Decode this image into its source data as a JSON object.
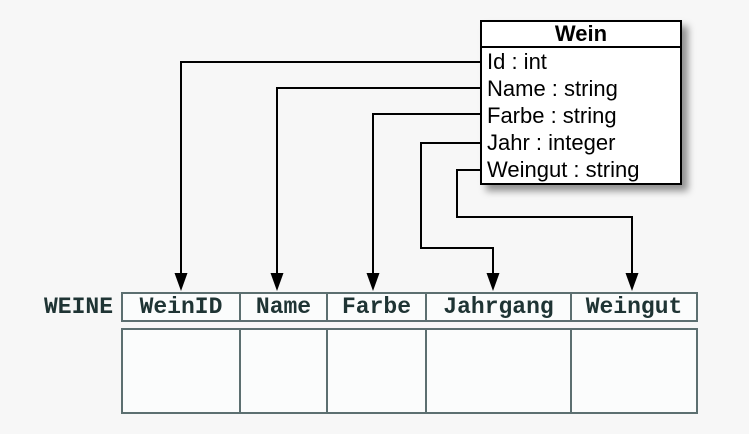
{
  "colors": {
    "background": "#f7f7f7",
    "connector_line": "#000000",
    "class_box_border": "#000000",
    "class_box_fill": "#ffffff",
    "table_border": "#5c6f70",
    "table_text": "#1f3434"
  },
  "class_box": {
    "title": "Wein",
    "attributes": [
      "Id : int",
      "Name : string",
      "Farbe : string",
      "Jahr : integer",
      "Weingut : string"
    ]
  },
  "table": {
    "name": "WEINE",
    "columns": [
      "WeinID",
      "Name",
      "Farbe",
      "Jahrgang",
      "Weingut"
    ],
    "empty_row_cells": [
      "",
      "",
      "",
      "",
      ""
    ]
  },
  "mappings": [
    {
      "from": "Id",
      "to": "WeinID"
    },
    {
      "from": "Name",
      "to": "Name"
    },
    {
      "from": "Farbe",
      "to": "Farbe"
    },
    {
      "from": "Jahr",
      "to": "Jahrgang"
    },
    {
      "from": "Weingut",
      "to": "Weingut"
    }
  ]
}
